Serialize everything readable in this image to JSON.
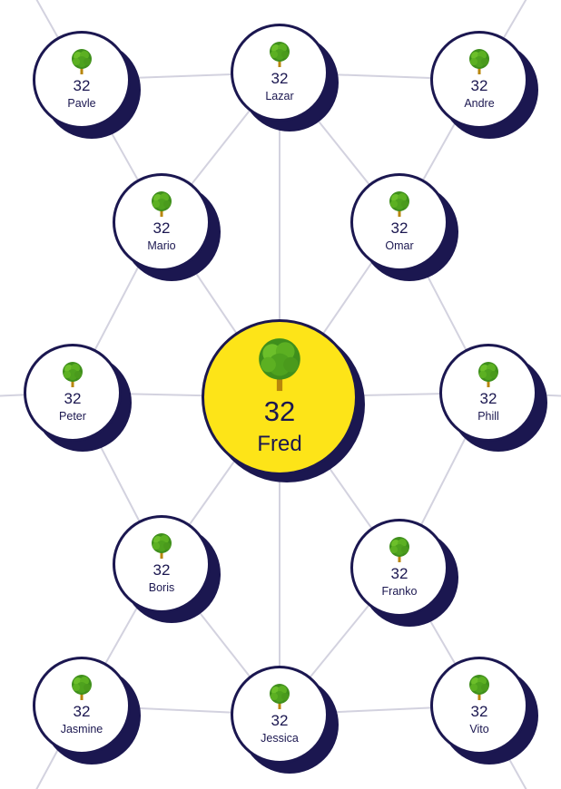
{
  "colors": {
    "accent": "#fde418",
    "ink": "#1b1750",
    "edge": "#d3d2df",
    "node": "#ffffff"
  },
  "center": {
    "id": "fred",
    "name": "Fred",
    "value": "32",
    "icon": "tree-icon"
  },
  "nodes": [
    {
      "id": "pavle",
      "name": "Pavle",
      "value": "32",
      "icon": "tree-icon"
    },
    {
      "id": "lazar",
      "name": "Lazar",
      "value": "32",
      "icon": "tree-icon"
    },
    {
      "id": "andre",
      "name": "Andre",
      "value": "32",
      "icon": "tree-icon"
    },
    {
      "id": "mario",
      "name": "Mario",
      "value": "32",
      "icon": "tree-icon"
    },
    {
      "id": "omar",
      "name": "Omar",
      "value": "32",
      "icon": "tree-icon"
    },
    {
      "id": "peter",
      "name": "Peter",
      "value": "32",
      "icon": "tree-icon"
    },
    {
      "id": "phill",
      "name": "Phill",
      "value": "32",
      "icon": "tree-icon"
    },
    {
      "id": "boris",
      "name": "Boris",
      "value": "32",
      "icon": "tree-icon"
    },
    {
      "id": "franko",
      "name": "Franko",
      "value": "32",
      "icon": "tree-icon"
    },
    {
      "id": "jasmine",
      "name": "Jasmine",
      "value": "32",
      "icon": "tree-icon"
    },
    {
      "id": "jessica",
      "name": "Jessica",
      "value": "32",
      "icon": "tree-icon"
    },
    {
      "id": "vito",
      "name": "Vito",
      "value": "32",
      "icon": "tree-icon"
    }
  ],
  "edges": [
    [
      "pavle",
      "lazar"
    ],
    [
      "lazar",
      "andre"
    ],
    [
      "pavle",
      "mario"
    ],
    [
      "lazar",
      "mario"
    ],
    [
      "lazar",
      "omar"
    ],
    [
      "lazar",
      "fred"
    ],
    [
      "andre",
      "omar"
    ],
    [
      "mario",
      "peter"
    ],
    [
      "mario",
      "fred"
    ],
    [
      "omar",
      "fred"
    ],
    [
      "omar",
      "phill"
    ],
    [
      "peter",
      "fred"
    ],
    [
      "fred",
      "phill"
    ],
    [
      "peter",
      "boris"
    ],
    [
      "fred",
      "boris"
    ],
    [
      "fred",
      "franko"
    ],
    [
      "fred",
      "jessica"
    ],
    [
      "phill",
      "franko"
    ],
    [
      "boris",
      "jasmine"
    ],
    [
      "boris",
      "jessica"
    ],
    [
      "franko",
      "jessica"
    ],
    [
      "franko",
      "vito"
    ],
    [
      "jasmine",
      "jessica"
    ],
    [
      "jessica",
      "vito"
    ]
  ]
}
